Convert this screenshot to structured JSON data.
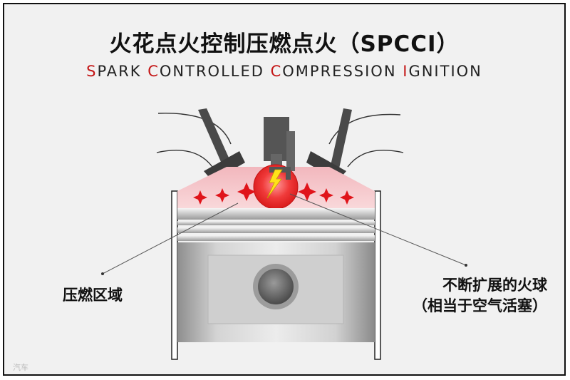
{
  "title": "火花点火控制压燃点火（SPCCI）",
  "subtitle": {
    "words": [
      {
        "initial": "S",
        "rest": "PARK"
      },
      {
        "initial": "C",
        "rest": "ONTROLLED"
      },
      {
        "initial": "C",
        "rest": "OMPRESSION"
      },
      {
        "initial": "I",
        "rest": "GNITION"
      }
    ]
  },
  "labels": {
    "compression_zone": "压燃区域",
    "fireball_line1": "不断扩展的火球",
    "fireball_line2": "（相当于空气活塞）"
  },
  "watermark": "汽车",
  "colors": {
    "accent_red": "#c41616",
    "combustion_pink": "#f6c9cc",
    "spark_yellow": "#ffe21a"
  },
  "icons": [
    "spark-star-icon",
    "lightning-bolt-icon"
  ]
}
